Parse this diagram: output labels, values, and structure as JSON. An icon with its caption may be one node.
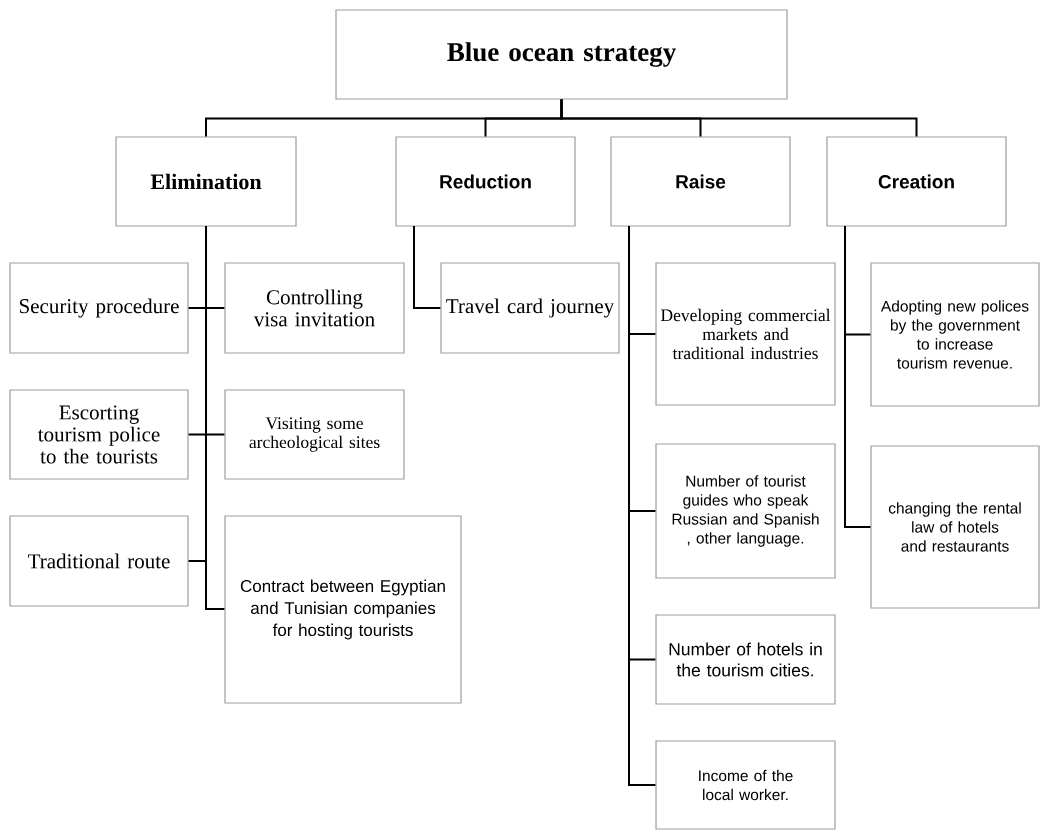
{
  "diagram": {
    "nodes": [
      {
        "text": [
          "Blue ocean strategy"
        ]
      },
      {
        "text": [
          "Elimination"
        ]
      },
      {
        "text": [
          "Reduction"
        ]
      },
      {
        "text": [
          "Raise"
        ]
      },
      {
        "text": [
          "Creation"
        ]
      },
      {
        "text": [
          "Security procedure"
        ]
      },
      {
        "text": [
          "Controlling visa invitation"
        ]
      },
      {
        "text": [
          "Escorting tourism police to the tourists"
        ]
      },
      {
        "text": [
          "Visiting some archeological sites"
        ]
      },
      {
        "text": [
          "Traditional route"
        ]
      },
      {
        "text": [
          "Contract between Egyptian and Tunisian companies for hosting tourists"
        ]
      },
      {
        "text": [
          "Travel card journey"
        ]
      },
      {
        "text": [
          "Developing commercial markets and traditional industries"
        ]
      },
      {
        "text": [
          "Number of tourist guides who speak Russian and Spanish , other language."
        ]
      },
      {
        "text": [
          "Number of hotels in the tourism cities."
        ]
      },
      {
        "text": [
          "Income of the local worker."
        ]
      },
      {
        "text": [
          "Adopting new polices by the government to increase tourism revenue."
        ]
      },
      {
        "text": [
          "changing the rental law of hotels and restaurants"
        ]
      }
    ],
    "edges": [
      {
        "from": 0,
        "to": 1,
        "arrow": "none"
      },
      {
        "from": 0,
        "to": 2,
        "arrow": "none"
      },
      {
        "from": 0,
        "to": 3,
        "arrow": "none"
      },
      {
        "from": 0,
        "to": 4,
        "arrow": "none"
      },
      {
        "from": 1,
        "to": 5,
        "arrow": "none"
      },
      {
        "from": 1,
        "to": 6,
        "arrow": "none"
      },
      {
        "from": 1,
        "to": 7,
        "arrow": "none"
      },
      {
        "from": 1,
        "to": 8,
        "arrow": "none"
      },
      {
        "from": 1,
        "to": 9,
        "arrow": "none"
      },
      {
        "from": 1,
        "to": 10,
        "arrow": "none"
      },
      {
        "from": 2,
        "to": 11,
        "arrow": "none"
      },
      {
        "from": 3,
        "to": 12,
        "arrow": "none"
      },
      {
        "from": 3,
        "to": 13,
        "arrow": "none"
      },
      {
        "from": 3,
        "to": 14,
        "arrow": "none"
      },
      {
        "from": 3,
        "to": 15,
        "arrow": "none"
      },
      {
        "from": 4,
        "to": 16,
        "arrow": "none"
      },
      {
        "from": 4,
        "to": 17,
        "arrow": "none"
      }
    ]
  }
}
